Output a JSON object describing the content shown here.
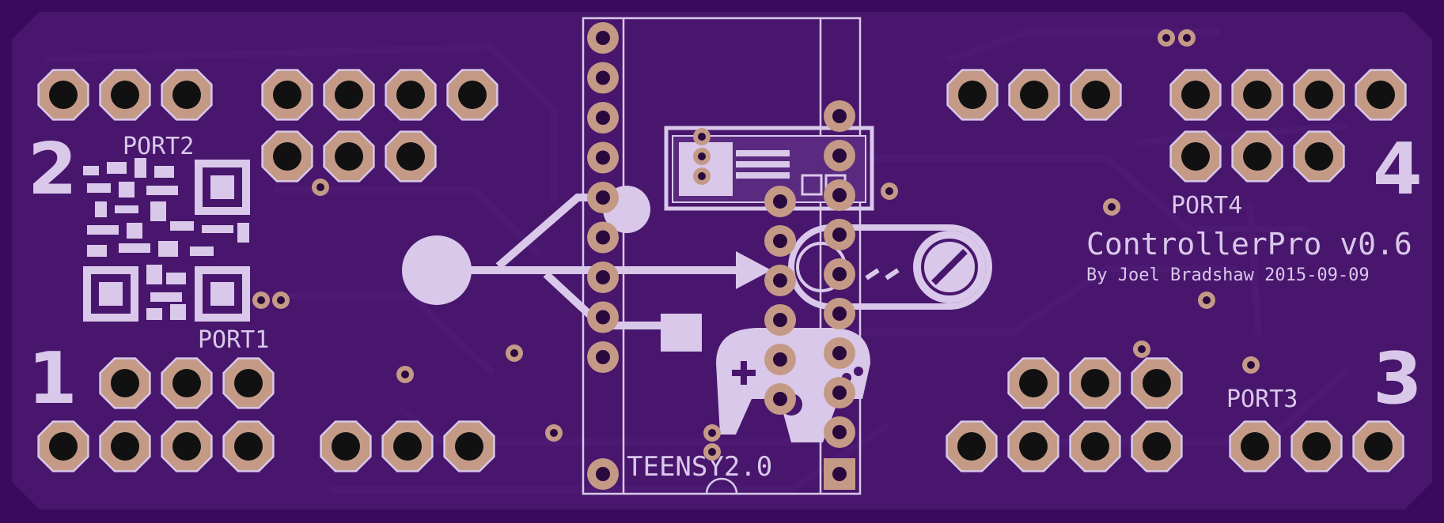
{
  "board": {
    "title": "ControllerPro v0.6",
    "author_line": "By Joel Bradshaw  2015-09-09",
    "module_label": "TEENSY2.0",
    "colors": {
      "background": "#3a0a5c",
      "board": "#48166d",
      "silkscreen": "#d9c8ea",
      "pad": "#c49a86",
      "drill": "#111111"
    }
  },
  "ports": [
    {
      "label": "PORT1",
      "number": "1"
    },
    {
      "label": "PORT2",
      "number": "2"
    },
    {
      "label": "PORT3",
      "number": "3"
    },
    {
      "label": "PORT4",
      "number": "4"
    }
  ],
  "graphics": [
    "qr-code",
    "usb-logo",
    "nes-controller",
    "snes-controller",
    "n64-controller"
  ]
}
